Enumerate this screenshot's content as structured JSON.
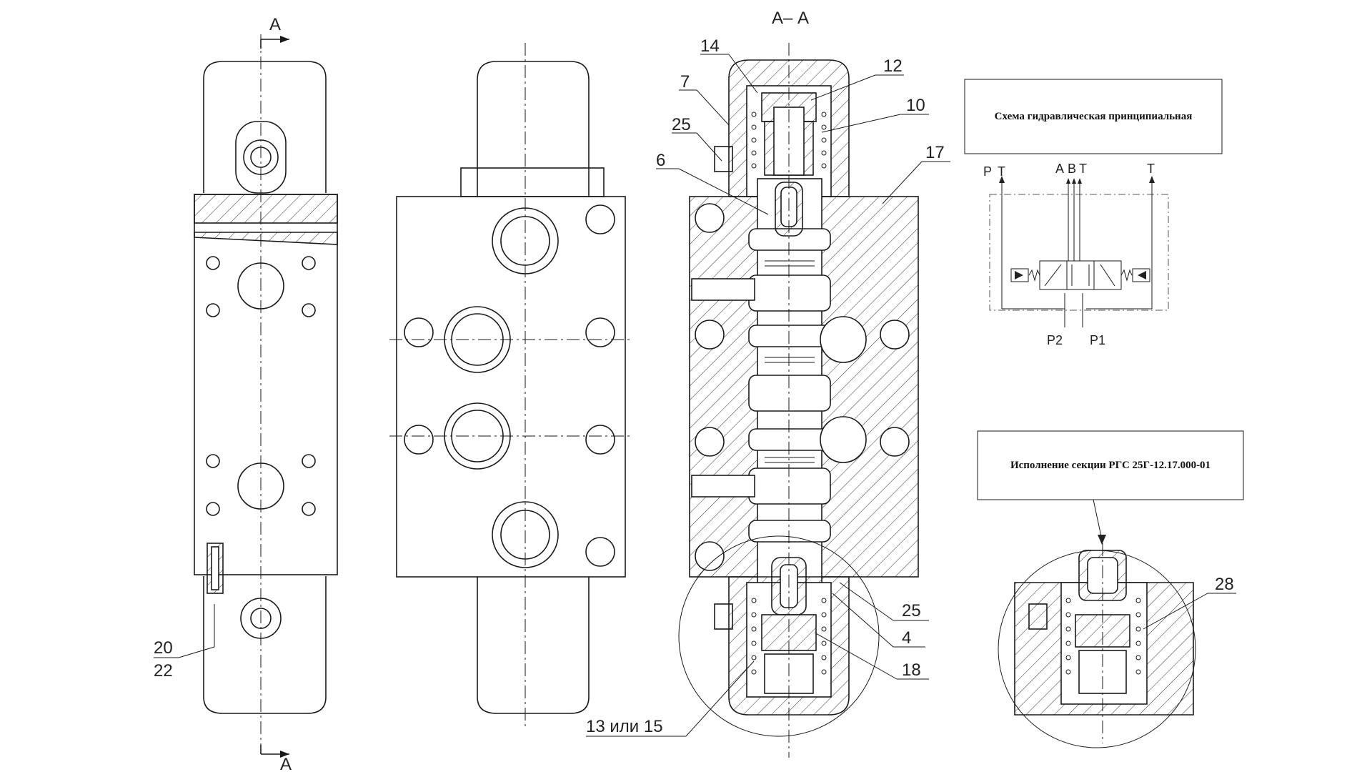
{
  "section_marks": {
    "top": "А",
    "bottom": "А",
    "section_title": "А– А"
  },
  "callouts": {
    "c14": "14",
    "c12": "12",
    "c7": "7",
    "c10": "10",
    "c25_top": "25",
    "c6": "6",
    "c17": "17",
    "c25_bottom": "25",
    "c4": "4",
    "c18": "18",
    "c13_15": "13  или  15",
    "c20": "20",
    "c22": "22",
    "c28": "28"
  },
  "hydraulic_scheme": {
    "title": "Схема гидравлическая принципиальная",
    "port_p": "P",
    "port_t_left": "T",
    "port_a": "A",
    "port_b": "B",
    "port_t_mid": "T",
    "port_t_right": "T",
    "port_p2": "P2",
    "port_p1": "P1"
  },
  "variant_box": {
    "title": "Исполнение секции РГС 25Г-12.17.000-01"
  }
}
